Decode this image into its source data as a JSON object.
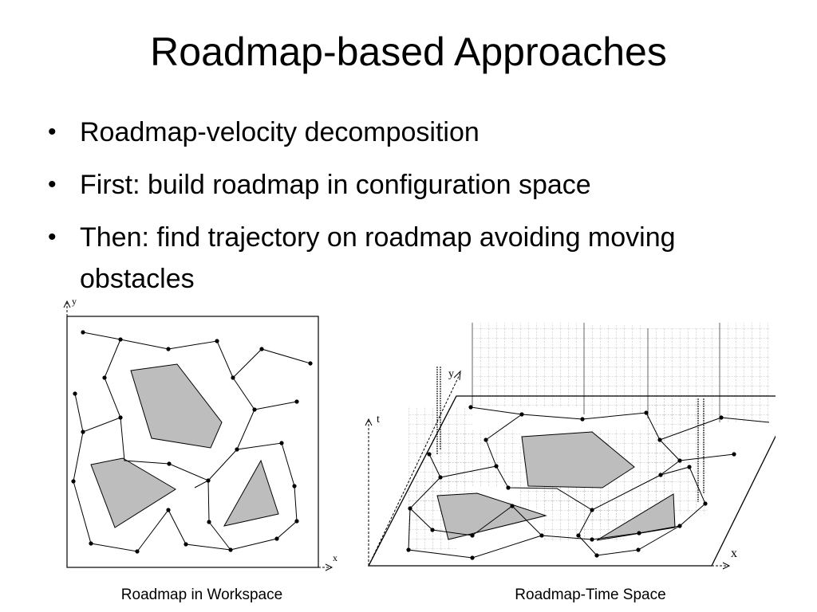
{
  "slide": {
    "title": "Roadmap-based Approaches",
    "bullets": [
      {
        "text": "Roadmap-velocity decomposition"
      },
      {
        "text": "First: build roadmap in configuration space"
      },
      {
        "text": "Then: find trajectory on roadmap avoiding moving obstacles"
      }
    ],
    "bullet_glyph": "•"
  },
  "figures": {
    "workspace": {
      "caption": "Roadmap in Workspace",
      "axis_x": "x",
      "axis_y": "y"
    },
    "time_space": {
      "caption": "Roadmap-Time Space",
      "axis_x": "x",
      "axis_y": "y",
      "axis_t": "t"
    }
  },
  "colors": {
    "obstacle_fill": "#bdbdbd",
    "line": "#000000",
    "grid": "#8a8a8a"
  }
}
